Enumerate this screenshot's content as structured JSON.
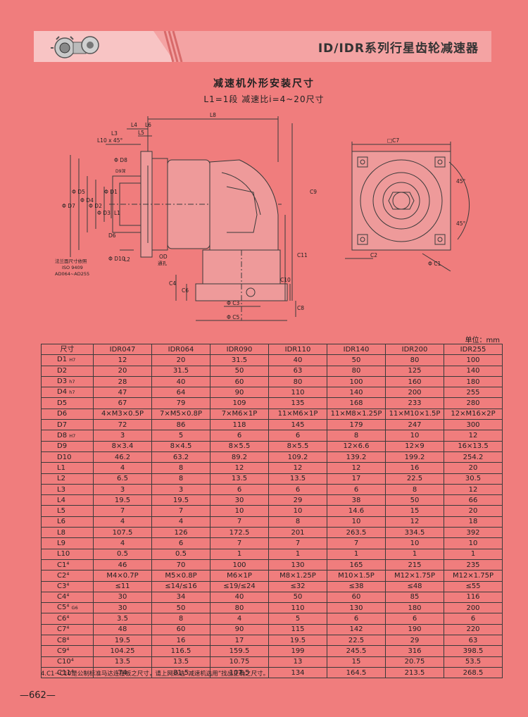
{
  "header": {
    "title": "ID/IDR系列行星齿轮减速器",
    "logo_icon": "gear-logo-icon"
  },
  "drawing": {
    "title": "减速机外形安装尺寸",
    "subtitle": "L1=1段 减速比i=4~20尺寸",
    "labels": {
      "l8": "L8",
      "l4": "L4",
      "l6": "L6",
      "l3": "L3",
      "l5": "L5",
      "l10": "L10 x 45°",
      "d8": "Φ D8",
      "d9": "D9深",
      "d7": "Φ D7",
      "d5": "Φ D5",
      "d4": "Φ D4",
      "d2": "Φ D2",
      "d3": "Φ D3",
      "d1": "Φ D1",
      "l1": "L1",
      "d6": "D6",
      "d10": "Φ D10",
      "l2": "L2",
      "od": "OD",
      "od_sub": "通孔",
      "c9": "C9",
      "c11": "C11",
      "c10": "C10",
      "c4": "C4",
      "c6": "C6",
      "c8": "C8",
      "c3": "Φ C3",
      "c5": "Φ C5",
      "c7": "□C7",
      "c2": "C2",
      "c1": "Φ C1",
      "angle1": "45°",
      "angle2": "45°",
      "note_line1": "法兰面尺寸依照",
      "note_line2": "ISO 9409",
      "note_line3": "AD064~AD255"
    }
  },
  "unit_label": "单位：mm",
  "table": {
    "headers": [
      "尺寸",
      "IDR047",
      "IDR064",
      "IDR090",
      "IDR110",
      "IDR140",
      "IDR200",
      "IDR255"
    ],
    "rows": [
      {
        "label": "D1",
        "sub": "H7",
        "values": [
          "12",
          "20",
          "31.5",
          "40",
          "50",
          "80",
          "100"
        ]
      },
      {
        "label": "D2",
        "sub": "",
        "values": [
          "20",
          "31.5",
          "50",
          "63",
          "80",
          "125",
          "140"
        ]
      },
      {
        "label": "D3",
        "sub": "h7",
        "values": [
          "28",
          "40",
          "60",
          "80",
          "100",
          "160",
          "180"
        ]
      },
      {
        "label": "D4",
        "sub": "h7",
        "values": [
          "47",
          "64",
          "90",
          "110",
          "140",
          "200",
          "255"
        ]
      },
      {
        "label": "D5",
        "sub": "",
        "values": [
          "67",
          "79",
          "109",
          "135",
          "168",
          "233",
          "280"
        ]
      },
      {
        "label": "D6",
        "sub": "",
        "values": [
          "4×M3×0.5P",
          "7×M5×0.8P",
          "7×M6×1P",
          "11×M6×1P",
          "11×M8×1.25P",
          "11×M10×1.5P",
          "12×M16×2P"
        ]
      },
      {
        "label": "D7",
        "sub": "",
        "values": [
          "72",
          "86",
          "118",
          "145",
          "179",
          "247",
          "300"
        ]
      },
      {
        "label": "D8",
        "sub": "H7",
        "values": [
          "3",
          "5",
          "6",
          "6",
          "8",
          "10",
          "12"
        ]
      },
      {
        "label": "D9",
        "sub": "",
        "values": [
          "8×3.4",
          "8×4.5",
          "8×5.5",
          "8×5.5",
          "12×6.6",
          "12×9",
          "16×13.5"
        ]
      },
      {
        "label": "D10",
        "sub": "",
        "values": [
          "46.2",
          "63.2",
          "89.2",
          "109.2",
          "139.2",
          "199.2",
          "254.2"
        ]
      },
      {
        "label": "L1",
        "sub": "",
        "values": [
          "4",
          "8",
          "12",
          "12",
          "12",
          "16",
          "20"
        ]
      },
      {
        "label": "L2",
        "sub": "",
        "values": [
          "6.5",
          "8",
          "13.5",
          "13.5",
          "17",
          "22.5",
          "30.5"
        ]
      },
      {
        "label": "L3",
        "sub": "",
        "values": [
          "3",
          "3",
          "6",
          "6",
          "6",
          "8",
          "12"
        ]
      },
      {
        "label": "L4",
        "sub": "",
        "values": [
          "19.5",
          "19.5",
          "30",
          "29",
          "38",
          "50",
          "66"
        ]
      },
      {
        "label": "L5",
        "sub": "",
        "values": [
          "7",
          "7",
          "10",
          "10",
          "14.6",
          "15",
          "20"
        ]
      },
      {
        "label": "L6",
        "sub": "",
        "values": [
          "4",
          "4",
          "7",
          "8",
          "10",
          "12",
          "18"
        ]
      },
      {
        "label": "L8",
        "sub": "",
        "values": [
          "107.5",
          "126",
          "172.5",
          "201",
          "263.5",
          "334.5",
          "392"
        ]
      },
      {
        "label": "L9",
        "sub": "",
        "values": [
          "4",
          "6",
          "7",
          "7",
          "7",
          "10",
          "10"
        ]
      },
      {
        "label": "L10",
        "sub": "",
        "values": [
          "0.5",
          "0.5",
          "1",
          "1",
          "1",
          "1",
          "1"
        ]
      },
      {
        "label": "C1⁴",
        "sub": "",
        "values": [
          "46",
          "70",
          "100",
          "130",
          "165",
          "215",
          "235"
        ]
      },
      {
        "label": "C2⁴",
        "sub": "",
        "values": [
          "M4×0.7P",
          "M5×0.8P",
          "M6×1P",
          "M8×1.25P",
          "M10×1.5P",
          "M12×1.75P",
          "M12×1.75P"
        ]
      },
      {
        "label": "C3⁴",
        "sub": "",
        "values": [
          "≤11",
          "≤14/≤16",
          "≤19/≤24",
          "≤32",
          "≤38",
          "≤48",
          "≤55"
        ]
      },
      {
        "label": "C4⁴",
        "sub": "",
        "values": [
          "30",
          "34",
          "40",
          "50",
          "60",
          "85",
          "116"
        ]
      },
      {
        "label": "C5⁴",
        "sub": "G6",
        "values": [
          "30",
          "50",
          "80",
          "110",
          "130",
          "180",
          "200"
        ]
      },
      {
        "label": "C6⁴",
        "sub": "",
        "values": [
          "3.5",
          "8",
          "4",
          "5",
          "6",
          "6",
          "6"
        ]
      },
      {
        "label": "C7⁴",
        "sub": "",
        "values": [
          "48",
          "60",
          "90",
          "115",
          "142",
          "190",
          "220"
        ]
      },
      {
        "label": "C8⁴",
        "sub": "",
        "values": [
          "19.5",
          "16",
          "17",
          "19.5",
          "22.5",
          "29",
          "63"
        ]
      },
      {
        "label": "C9⁴",
        "sub": "",
        "values": [
          "104.25",
          "116.5",
          "159.5",
          "199",
          "245.5",
          "316",
          "398.5"
        ]
      },
      {
        "label": "C10⁴",
        "sub": "",
        "values": [
          "13.5",
          "13.5",
          "10.75",
          "13",
          "15",
          "20.75",
          "53.5"
        ]
      },
      {
        "label": "C11⁴",
        "sub": "",
        "values": [
          "74",
          "81.5",
          "107.5",
          "134",
          "164.5",
          "213.5",
          "268.5"
        ]
      }
    ]
  },
  "footnote": "4.C1~C10是公制标准马达连接板之尺寸，请上网点选“减速机选用”找出正确之尺寸。",
  "page_number": "—662—",
  "colors": {
    "background": "#f07d7d",
    "header_band": "#f4a3a3",
    "line": "#3a3a3a"
  }
}
